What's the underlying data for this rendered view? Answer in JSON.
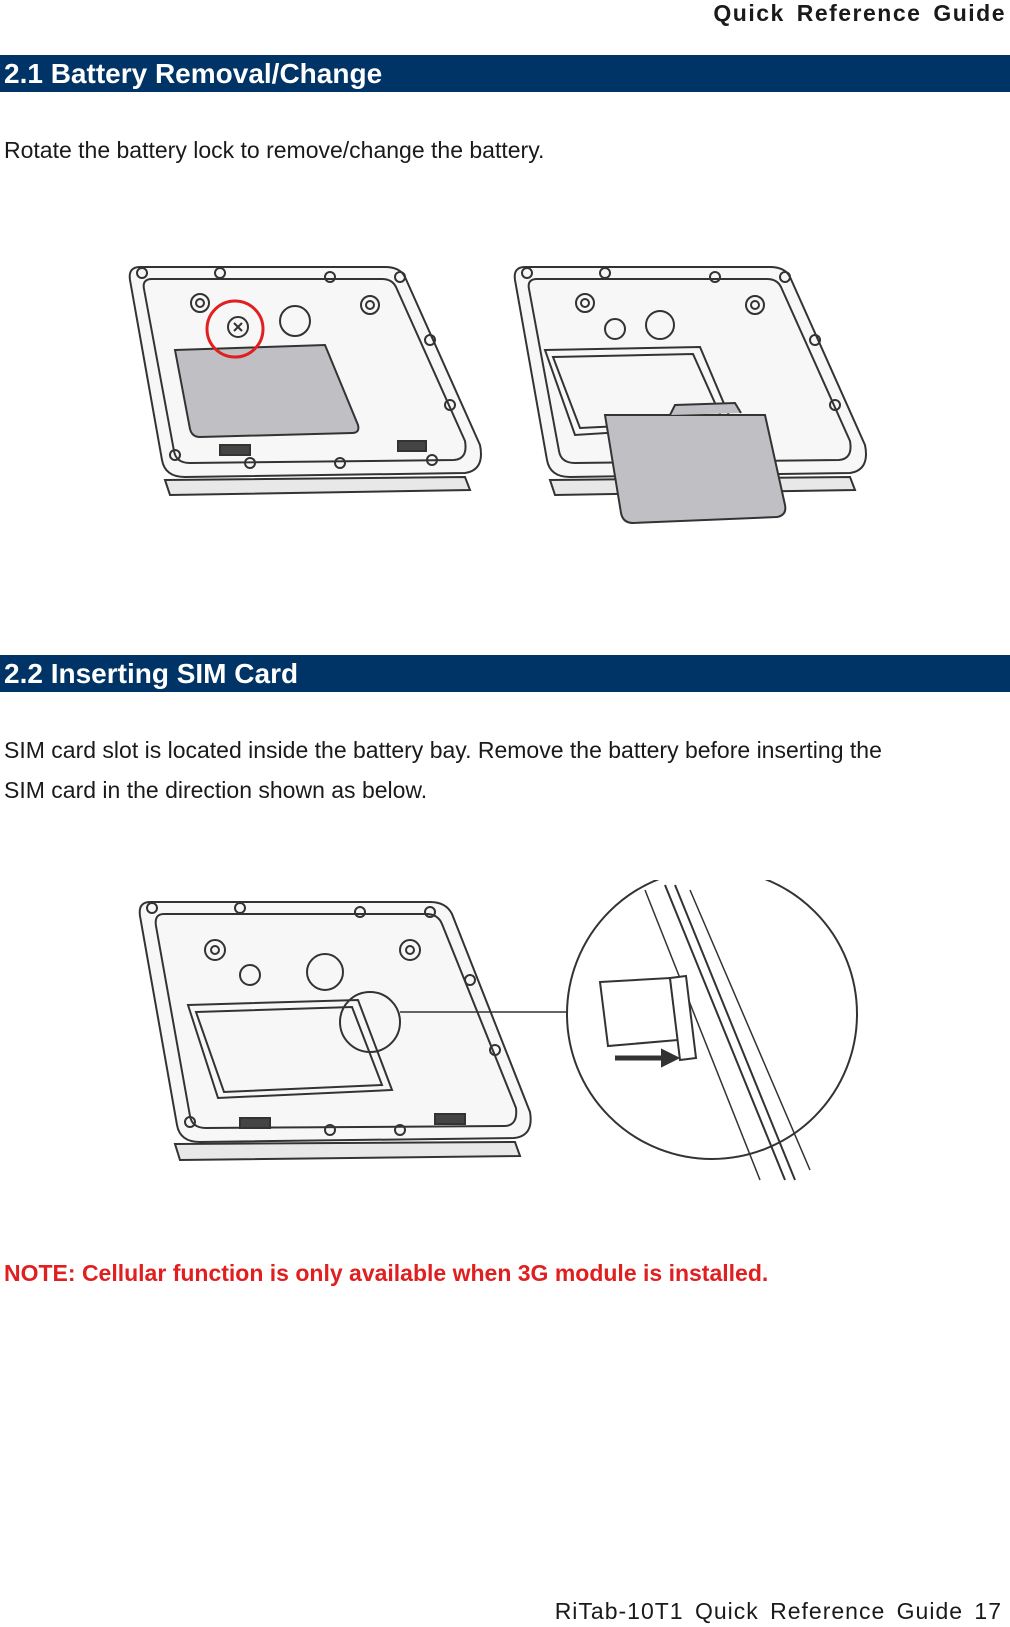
{
  "header": {
    "running_title": "Quick  Reference  Guide"
  },
  "sections": [
    {
      "heading": "2.1 Battery Removal/Change",
      "body": "Rotate the battery lock to remove/change the battery."
    },
    {
      "heading": "2.2 Inserting SIM Card",
      "body_line1": "SIM card slot is located inside the battery bay. Remove the battery before inserting the",
      "body_line2": "SIM card in the direction shown as below."
    }
  ],
  "note": "NOTE: Cellular function is only available when 3G module is installed.",
  "footer": {
    "page_label": "RiTab-10T1  Quick  Reference  Guide  17"
  },
  "colors": {
    "section_bar": "#003366",
    "note": "#e02020",
    "highlight_circle": "#e02020",
    "battery_fill": "#c0c0c4",
    "line_art": "#333333"
  },
  "icons": [
    "battery-lock-icon",
    "sim-card-icon",
    "insert-arrow-icon"
  ]
}
